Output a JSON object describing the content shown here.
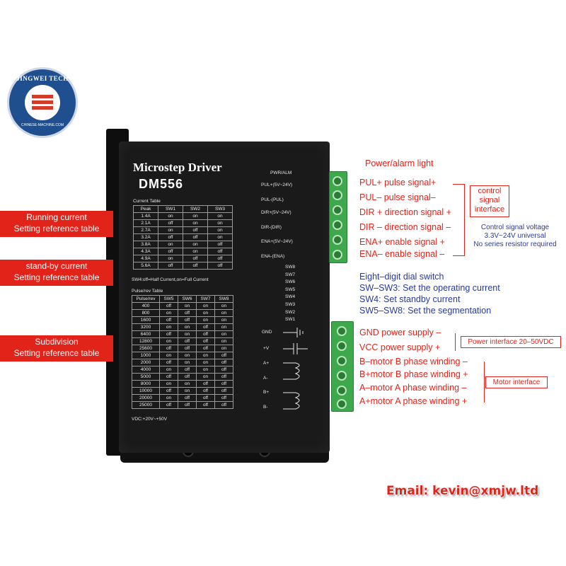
{
  "logo": {
    "top_text": "JINGWEI TECH",
    "bottom_text": "CHINESE-MACHINE.COM",
    "colors": {
      "ring": "#1f4f8f",
      "accent": "#d23a2a"
    }
  },
  "device": {
    "title": "Microstep Driver",
    "model": "DM556",
    "current_table": {
      "caption": "Current Table",
      "headers": [
        "Peak",
        "SW1",
        "SW2",
        "SW3"
      ],
      "rows": [
        [
          "1.4A",
          "on",
          "on",
          "on"
        ],
        [
          "2.1A",
          "off",
          "on",
          "on"
        ],
        [
          "2.7A",
          "on",
          "off",
          "on"
        ],
        [
          "3.2A",
          "off",
          "off",
          "on"
        ],
        [
          "3.8A",
          "on",
          "on",
          "off"
        ],
        [
          "4.3A",
          "off",
          "on",
          "off"
        ],
        [
          "4.9A",
          "on",
          "off",
          "off"
        ],
        [
          "5.6A",
          "off",
          "off",
          "off"
        ]
      ]
    },
    "sw4_note": "SW4:off=Half Current,on=Full Current",
    "pulse_table": {
      "caption": "Pulse/rev Table",
      "headers": [
        "Pulse/rev",
        "SW5",
        "SW6",
        "SW7",
        "SW8"
      ],
      "rows": [
        [
          "400",
          "off",
          "on",
          "on",
          "on"
        ],
        [
          "800",
          "on",
          "off",
          "on",
          "on"
        ],
        [
          "1600",
          "off",
          "off",
          "on",
          "on"
        ],
        [
          "3200",
          "on",
          "on",
          "off",
          "on"
        ],
        [
          "6400",
          "off",
          "on",
          "off",
          "on"
        ],
        [
          "12800",
          "on",
          "off",
          "off",
          "on"
        ],
        [
          "25600",
          "off",
          "off",
          "off",
          "on"
        ],
        [
          "1000",
          "on",
          "on",
          "on",
          "off"
        ],
        [
          "2000",
          "off",
          "on",
          "on",
          "off"
        ],
        [
          "4000",
          "on",
          "off",
          "on",
          "off"
        ],
        [
          "5000",
          "off",
          "off",
          "on",
          "off"
        ],
        [
          "8000",
          "on",
          "on",
          "off",
          "off"
        ],
        [
          "10000",
          "off",
          "on",
          "off",
          "off"
        ],
        [
          "20000",
          "on",
          "off",
          "off",
          "off"
        ],
        [
          "25000",
          "off",
          "off",
          "off",
          "off"
        ]
      ]
    },
    "vdc": "VDC:+20V~+50V",
    "right_labels": {
      "pwr": "PWR/ALM",
      "pul_plus": "PUL+(5V~24V)",
      "pul_minus": "PUL-(PUL)",
      "dir_plus": "DIR+(5V~24V)",
      "dir_minus": "DIR-(DIR)",
      "ena_plus": "ENA+(5V~24V)",
      "ena_minus": "ENA-(ENA)",
      "switches": [
        "SW8",
        "SW7",
        "SW6",
        "SW5",
        "SW4",
        "SW3",
        "SW2",
        "SW1"
      ],
      "gnd": "GND",
      "vplus": "+V",
      "a_plus": "A+",
      "a_minus": "A-",
      "b_plus": "B+",
      "b_minus": "B-"
    }
  },
  "left_labels": {
    "running_1": "Running current",
    "running_2": "Setting reference table",
    "standby_1": "stand-by current",
    "standby_2": "Setting reference table",
    "subdivision_1": "Subdivision",
    "subdivision_2": "Setting reference table"
  },
  "right_annotations": {
    "power_alarm": "Power/alarm light",
    "signals": [
      "PUL+ pulse signal+",
      "PUL– pulse signal–",
      "DIR + direction signal +",
      "DIR – direction signal –",
      "ENA+ enable signal +",
      "ENA– enable signal –"
    ],
    "control_box_1": "control",
    "control_box_2": "signal",
    "control_box_3": "interface",
    "control_voltage_1": "Control signal voltage",
    "control_voltage_2": "3.3V~24V universal",
    "control_voltage_3": "No series resistor required",
    "dial_title": "Eight–digit dial switch",
    "dial_1": "SW–SW3: Set the operating current",
    "dial_2": "SW4: Set standby current",
    "dial_3": "SW5–SW8: Set the segmentation",
    "power_signals": [
      "GND power supply –",
      "VCC power supply +"
    ],
    "power_box": "Power interface 20–50VDC",
    "motor_signals": [
      "B–motor B phase winding –",
      "B+motor B phase winding +",
      "A–motor A phase winding –",
      "A+motor A phase winding +"
    ],
    "motor_box": "Motor interface"
  },
  "email": "Email: kevin@xmjw.ltd",
  "colors": {
    "annotation_red": "#e2231a",
    "device_black": "#1a1a1a",
    "connector_green": "#3ea84c",
    "note_blue": "#2b3a9a"
  }
}
